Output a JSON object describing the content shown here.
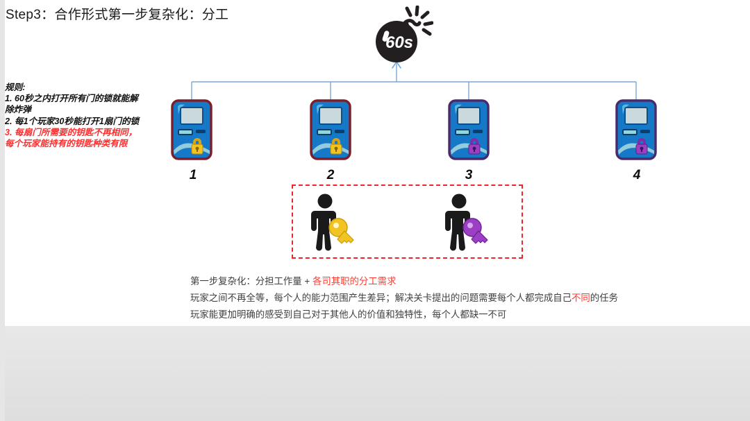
{
  "slide": {
    "title": "Step3：合作形式第一步复杂化：分工",
    "background_color": "#ffffff"
  },
  "rules": {
    "heading": "规则:",
    "items": [
      {
        "text": "1. 60秒之内打开所有门的锁就能解",
        "color": "#111111"
      },
      {
        "text": "除炸弹",
        "color": "#111111"
      },
      {
        "text": "2. 每1个玩家30秒能打开1扇门的锁",
        "color": "#111111"
      },
      {
        "text": "3. 每扇门所需要的钥匙不再相同，",
        "color": "#ff2d2d"
      },
      {
        "text": "每个玩家能持有的钥匙种类有限",
        "color": "#ff2d2d"
      }
    ]
  },
  "bomb": {
    "label": "60s",
    "body_color": "#231f20",
    "label_color": "#ffffff",
    "icon": "bomb-timer-icon"
  },
  "connector": {
    "color": "#7ba7d7",
    "icon": "arrow-up-icon"
  },
  "machines": [
    {
      "label": "1",
      "lock_color": "#f2c421",
      "lock_name": "yellow-padlock-icon",
      "body_color": "#1679c8",
      "frame_color": "#7b1f2b"
    },
    {
      "label": "2",
      "lock_color": "#f2c421",
      "lock_name": "yellow-padlock-icon",
      "body_color": "#1679c8",
      "frame_color": "#7b1f2b"
    },
    {
      "label": "3",
      "lock_color": "#9b3fc4",
      "lock_name": "purple-padlock-icon",
      "body_color": "#1679c8",
      "frame_color": "#4a2a6b"
    },
    {
      "label": "4",
      "lock_color": "#9b3fc4",
      "lock_name": "purple-padlock-icon",
      "body_color": "#1679c8",
      "frame_color": "#4a2a6b"
    }
  ],
  "highlight_box": {
    "border_color": "#f0222b",
    "style": "dashed"
  },
  "players": [
    {
      "key_color": "#f2c421",
      "key_name": "yellow-key-icon",
      "body_color": "#1a1a1a"
    },
    {
      "key_color": "#9b3fc4",
      "key_name": "purple-key-icon",
      "body_color": "#1a1a1a"
    }
  ],
  "caption": {
    "line1_a": "第一步复杂化：分担工作量 + ",
    "line1_b": "各司其职的分工需求",
    "line2_a": "玩家之间不再全等，每个人的能力范围产生差异；解决关卡提出的问题需要每个人都完成自己",
    "line2_b": "不同",
    "line2_c": "的任务",
    "line3": "玩家能更加明确的感受到自己对于其他人的价值和独特性，每个人都缺一不可",
    "accent_color": "#ff3b30",
    "text_color": "#3f3f41"
  }
}
